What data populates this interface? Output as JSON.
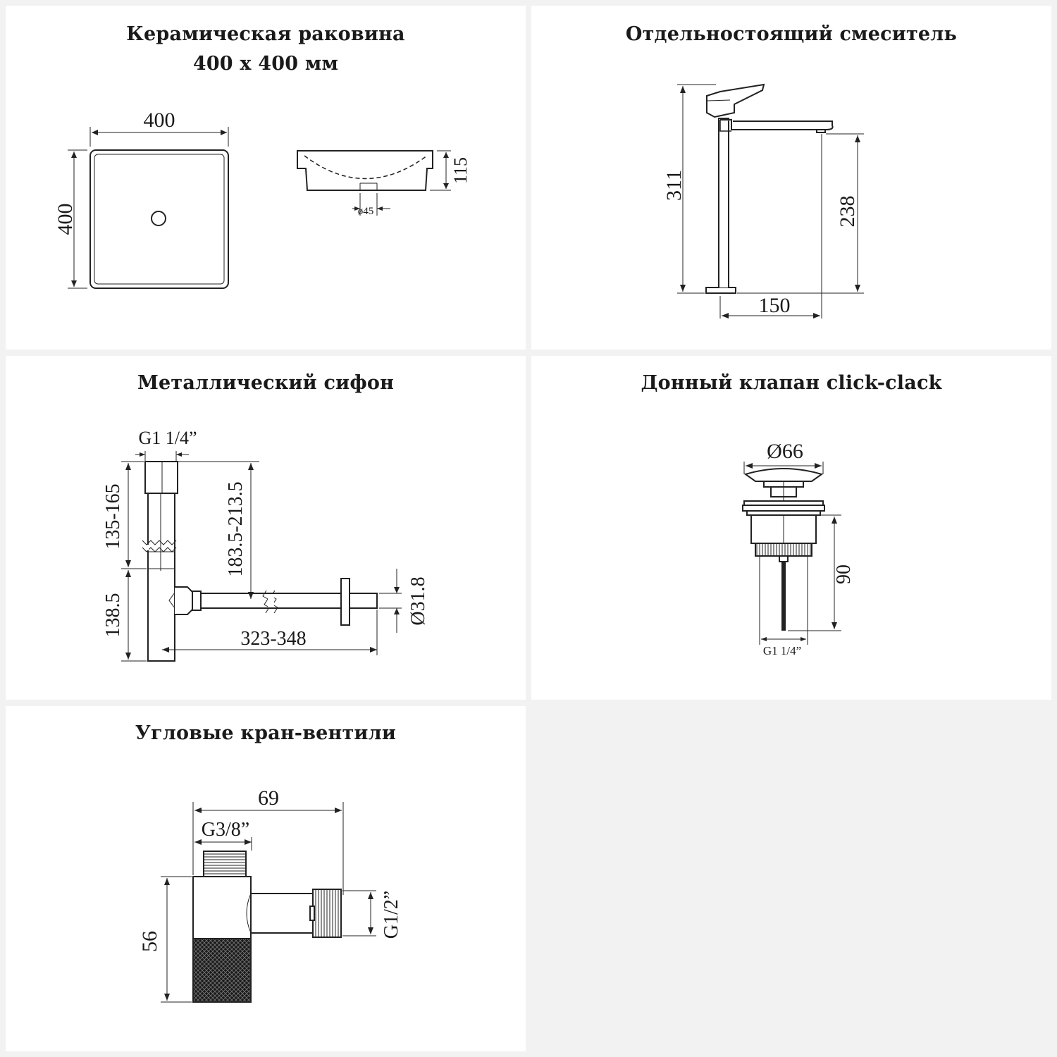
{
  "colors": {
    "background": "#f2f2f2",
    "panel": "#ffffff",
    "line": "#222222",
    "knurl": "#1a1a1a"
  },
  "panels": {
    "basin": {
      "title_line1": "Керамическая раковина",
      "title_line2": "400 х 400 мм",
      "dims": {
        "width": "400",
        "height": "400",
        "depth": "115",
        "drain": "ø45"
      }
    },
    "faucet": {
      "title": "Отдельностоящий смеситель",
      "dims": {
        "height": "311",
        "spout_height": "238",
        "reach": "150"
      }
    },
    "siphon": {
      "title": "Металлический сифон",
      "dims": {
        "thread": "G1 1/4”",
        "upper": "135-165",
        "drop": "183.5-213.5",
        "lower": "138.5",
        "length": "323-348",
        "outlet": "Ø31.8"
      }
    },
    "valve": {
      "title": "Донный клапан click-clack",
      "dims": {
        "diameter": "Ø66",
        "height": "90",
        "thread": "G1 1/4”"
      }
    },
    "angle_valve": {
      "title": "Угловые кран-вентили",
      "dims": {
        "width": "69",
        "inlet": "G3/8”",
        "height": "56",
        "outlet": "G1/2”"
      }
    }
  }
}
